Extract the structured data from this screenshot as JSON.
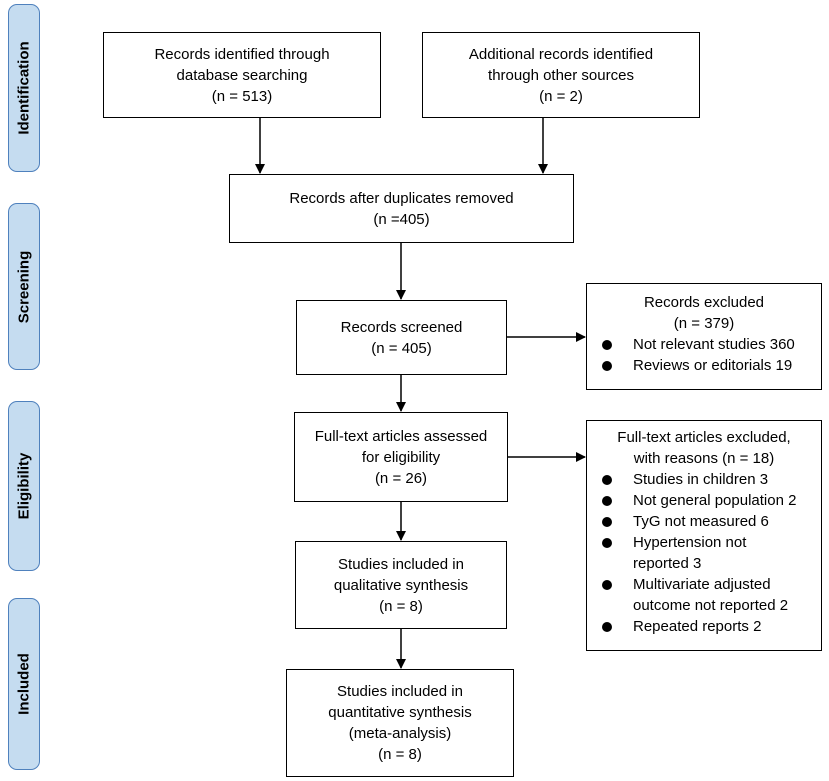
{
  "phases": {
    "identification": "Identification",
    "screening": "Screening",
    "eligibility": "Eligibility",
    "included": "Included"
  },
  "boxes": {
    "db_search": [
      "Records identified through",
      "database searching",
      "(n = 513)"
    ],
    "other_sources": [
      "Additional records identified",
      "through other sources",
      "(n = 2)"
    ],
    "dedup": [
      "Records after duplicates removed",
      "(n =405)"
    ],
    "screened": [
      "Records screened",
      "(n = 405)"
    ],
    "fulltext": [
      "Full-text articles assessed",
      "for eligibility",
      "(n = 26)"
    ],
    "qualitative": [
      "Studies included in",
      "qualitative synthesis",
      "(n = 8)"
    ],
    "quantitative": [
      "Studies included in",
      "quantitative synthesis",
      "(meta-analysis)",
      "(n = 8)"
    ]
  },
  "excluded_records": {
    "header": [
      "Records excluded",
      "(n = 379)"
    ],
    "items": [
      "Not relevant studies 360",
      "Reviews or editorials 19"
    ]
  },
  "excluded_fulltext": {
    "header": [
      "Full-text articles excluded,",
      "with reasons (n = 18)"
    ],
    "items": [
      [
        "Studies in children 3"
      ],
      [
        "Not general population 2"
      ],
      [
        "TyG not measured 6"
      ],
      [
        "Hypertension not",
        "reported 3"
      ],
      [
        "Multivariate adjusted",
        "outcome not reported 2"
      ],
      [
        "Repeated reports 2"
      ]
    ]
  }
}
